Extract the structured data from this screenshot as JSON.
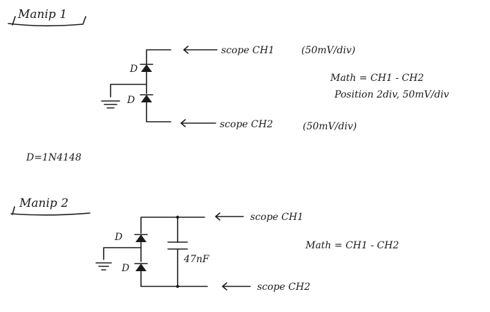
{
  "manip1": {
    "title": "Manip 1",
    "diode_top_label": "D",
    "diode_bottom_label": "D",
    "probe_top": "scope CH1",
    "probe_top_scale": "(50mV/div)",
    "probe_bottom": "scope CH2",
    "probe_bottom_scale": "(50mV/div)",
    "math_line1": "Math = CH1 - CH2",
    "math_line2": "Position 2div, 50mV/div"
  },
  "diode_note": "D=1N4148",
  "manip2": {
    "title": "Manip 2",
    "diode_top_label": "D",
    "diode_bottom_label": "D",
    "capacitor_label": "47nF",
    "probe_top": "scope CH1",
    "probe_bottom": "scope CH2",
    "math_line": "Math = CH1 - CH2"
  },
  "colors": {
    "ink": "#1a1a1a",
    "paper": "#ffffff"
  }
}
